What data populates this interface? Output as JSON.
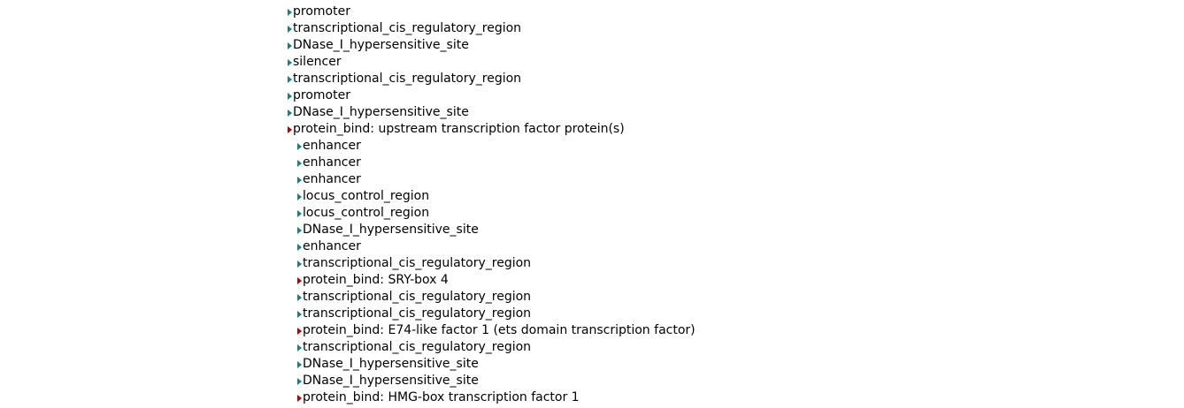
{
  "colors": {
    "feature": "#1a7f7f",
    "protein_bind": "#b00000"
  },
  "features": [
    {
      "label": "promoter",
      "type": "feature",
      "level": 0
    },
    {
      "label": "transcriptional_cis_regulatory_region",
      "type": "feature",
      "level": 0
    },
    {
      "label": "DNase_I_hypersensitive_site",
      "type": "feature",
      "level": 0
    },
    {
      "label": "silencer",
      "type": "feature",
      "level": 0
    },
    {
      "label": "transcriptional_cis_regulatory_region",
      "type": "feature",
      "level": 0
    },
    {
      "label": "promoter",
      "type": "feature",
      "level": 0
    },
    {
      "label": "DNase_I_hypersensitive_site",
      "type": "feature",
      "level": 0
    },
    {
      "label": "protein_bind: upstream transcription factor protein(s)",
      "type": "protein_bind",
      "level": 0
    },
    {
      "label": "enhancer",
      "type": "feature",
      "level": 1
    },
    {
      "label": "enhancer",
      "type": "feature",
      "level": 1
    },
    {
      "label": "enhancer",
      "type": "feature",
      "level": 1
    },
    {
      "label": "locus_control_region",
      "type": "feature",
      "level": 1
    },
    {
      "label": "locus_control_region",
      "type": "feature",
      "level": 1
    },
    {
      "label": "DNase_I_hypersensitive_site",
      "type": "feature",
      "level": 1
    },
    {
      "label": "enhancer",
      "type": "feature",
      "level": 1
    },
    {
      "label": "transcriptional_cis_regulatory_region",
      "type": "feature",
      "level": 1
    },
    {
      "label": "protein_bind: SRY-box 4",
      "type": "protein_bind",
      "level": 1
    },
    {
      "label": "transcriptional_cis_regulatory_region",
      "type": "feature",
      "level": 1
    },
    {
      "label": "transcriptional_cis_regulatory_region",
      "type": "feature",
      "level": 1
    },
    {
      "label": "protein_bind: E74-like factor 1 (ets domain transcription factor)",
      "type": "protein_bind",
      "level": 1
    },
    {
      "label": "transcriptional_cis_regulatory_region",
      "type": "feature",
      "level": 1
    },
    {
      "label": "DNase_I_hypersensitive_site",
      "type": "feature",
      "level": 1
    },
    {
      "label": "DNase_I_hypersensitive_site",
      "type": "feature",
      "level": 1
    },
    {
      "label": "protein_bind: HMG-box transcription factor 1",
      "type": "protein_bind",
      "level": 1
    }
  ]
}
